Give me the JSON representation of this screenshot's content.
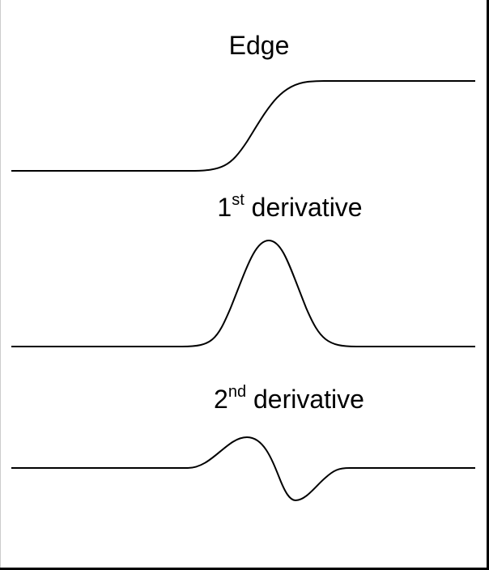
{
  "labels": {
    "edge": "Edge",
    "first": {
      "num": "1",
      "sup": "st",
      "text": " derivative"
    },
    "second": {
      "num": "2",
      "sup": "nd",
      "text": " derivative"
    }
  },
  "colors": {
    "line": "#000000",
    "background": "#ffffff"
  }
}
